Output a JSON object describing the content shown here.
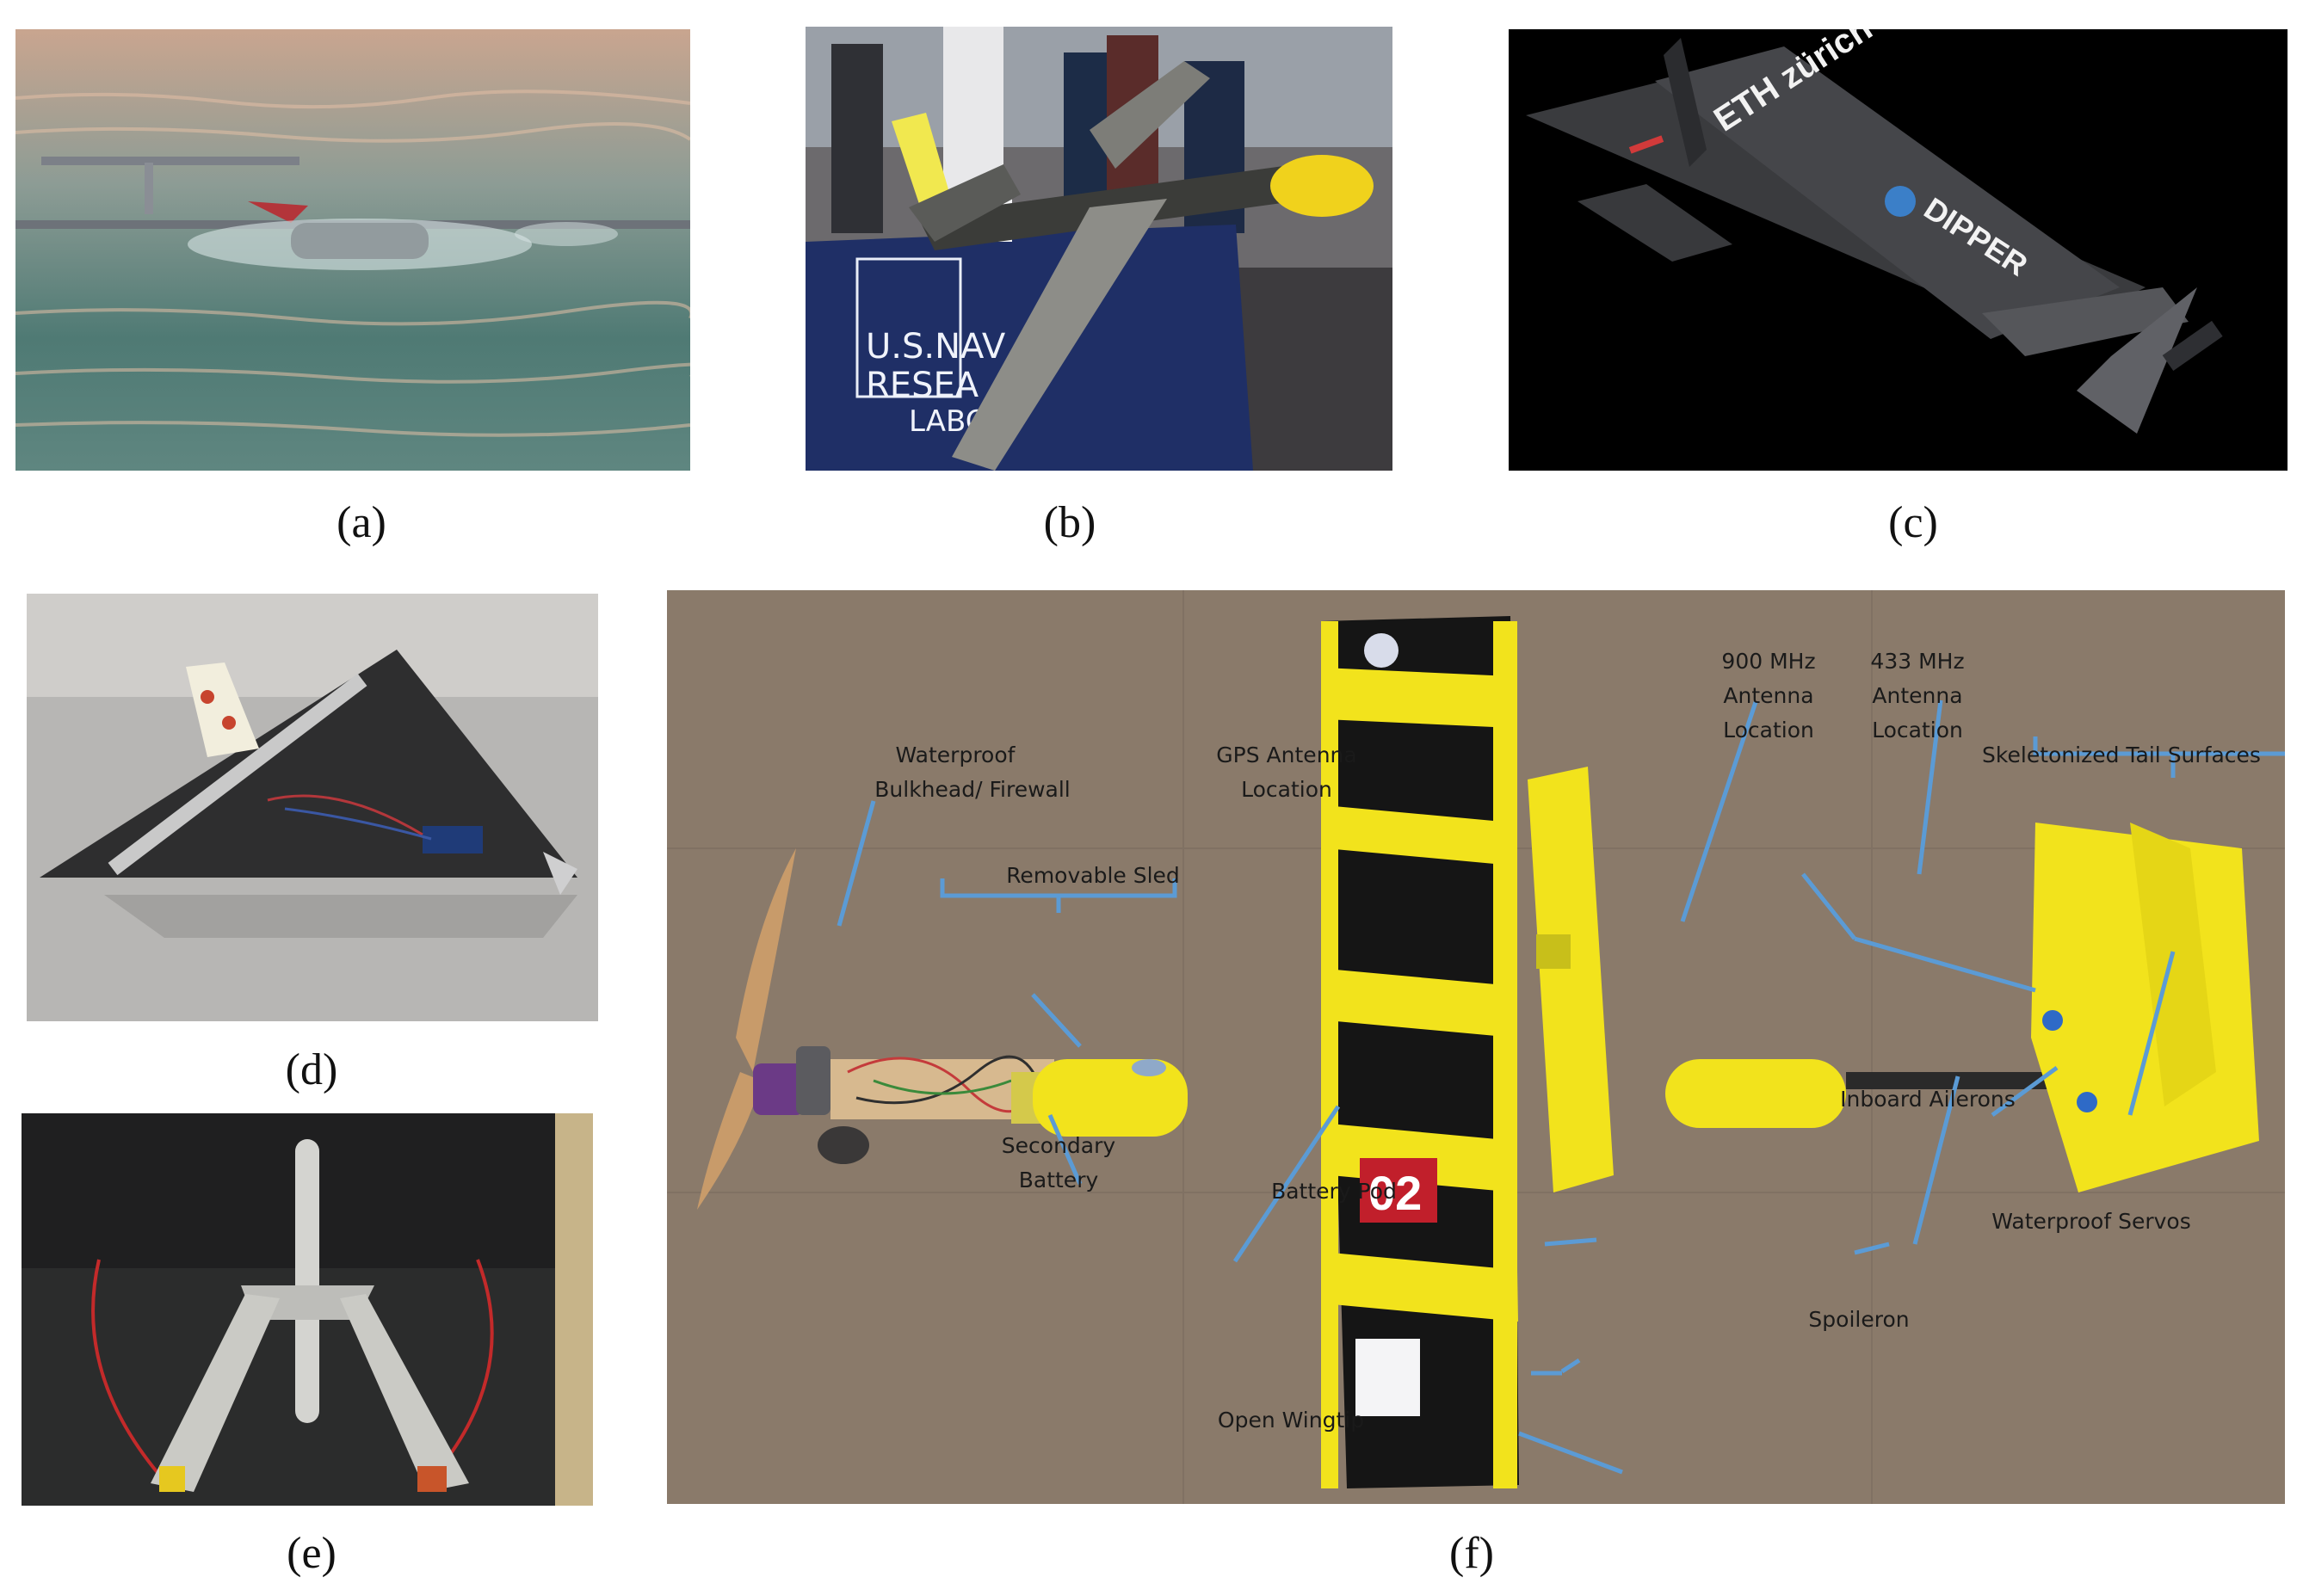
{
  "captions": {
    "a": "(a)",
    "b": "(b)",
    "c": "(c)",
    "d": "(d)",
    "e": "(e)",
    "f": "(f)"
  },
  "panel_b": {
    "banner_line1": "U.S.NAV",
    "banner_line2": "RESEA",
    "banner_line3": "LABO"
  },
  "panel_c": {
    "brand": "ETH zürich",
    "project": "DIPPER"
  },
  "panel_f": {
    "labels": {
      "waterproof_bulkhead_1": "Waterproof",
      "waterproof_bulkhead_2": "Bulkhead/ Firewall",
      "removable_sled": "Removable Sled",
      "gps_1": "GPS Antenna",
      "gps_2": "Location",
      "ant900_1": "900 MHz",
      "ant900_2": "Antenna",
      "ant900_3": "Location",
      "ant433_1": "433 MHz",
      "ant433_2": "Antenna",
      "ant433_3": "Location",
      "tail_surfaces": "Skeletonized Tail Surfaces",
      "secondary_battery_1": "Secondary",
      "secondary_battery_2": "Battery",
      "battery_pod": "Battery Pod",
      "inboard_ailerons": "Inboard Ailerons",
      "waterproof_servos": "Waterproof Servos",
      "spoileron": "Spoileron",
      "open_wingtip": "Open Wingtip"
    },
    "nose_number": "02"
  },
  "colors": {
    "annotation_arrow": "#5b9bd5",
    "airframe_yellow": "#f2e31c"
  }
}
